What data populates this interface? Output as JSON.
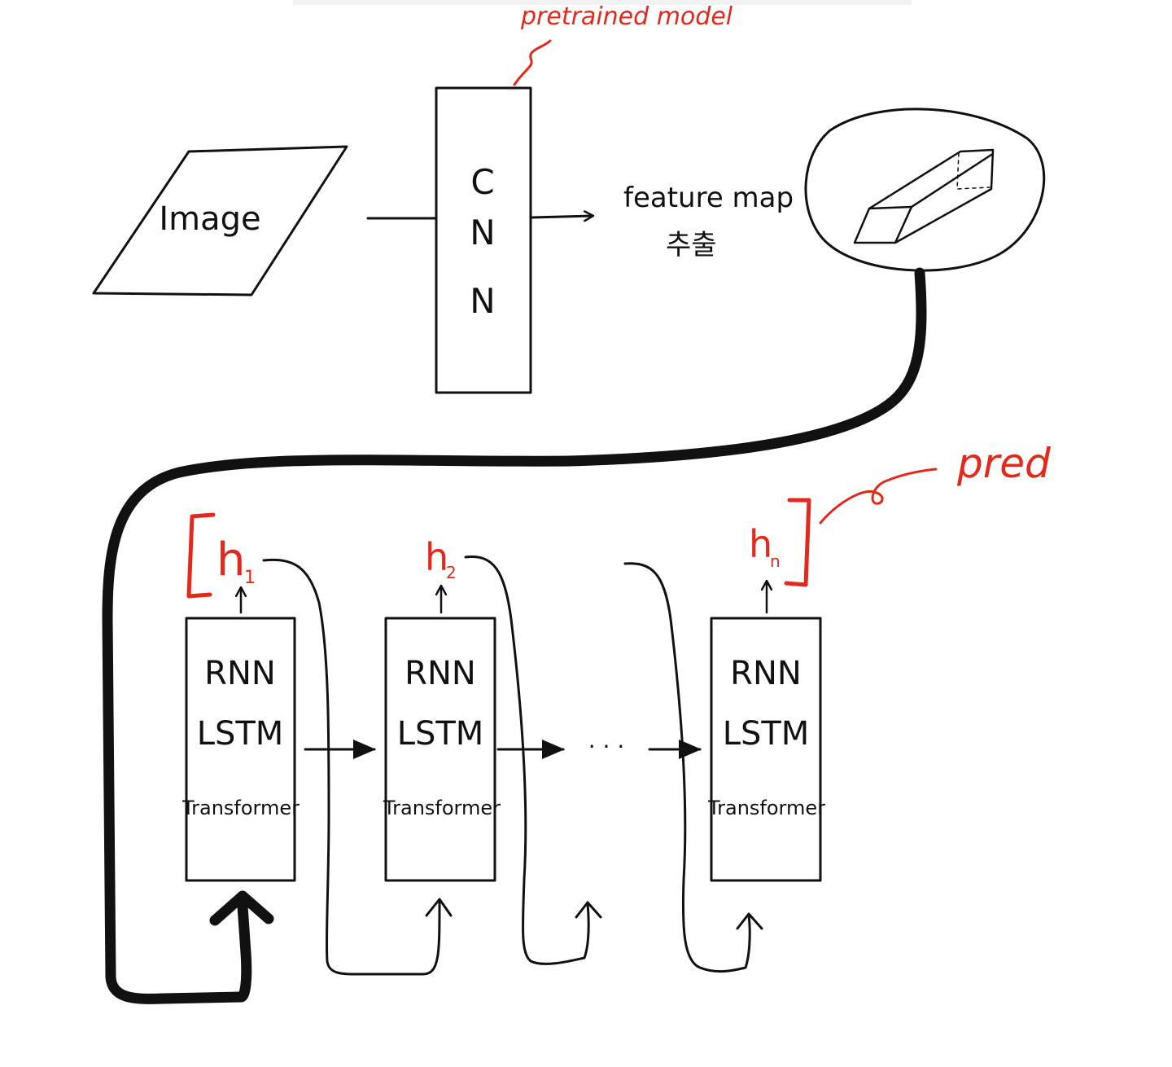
{
  "diagram": {
    "annotation_top": "pretrained model",
    "image_label": "Image",
    "cnn_letters": [
      "C",
      "N",
      "N"
    ],
    "feature_map_label": "feature map",
    "feature_map_sub": "추출",
    "pred_label": "pred",
    "blocks": [
      {
        "line1": "RNN",
        "line2": "LSTM",
        "line3": "Transformer",
        "hidden": "h",
        "sub": "1"
      },
      {
        "line1": "RNN",
        "line2": "LSTM",
        "line3": "Transformer",
        "hidden": "h",
        "sub": "2"
      },
      {
        "line1": "RNN",
        "line2": "LSTM",
        "line3": "Transformer",
        "hidden": "h",
        "sub": "n"
      }
    ],
    "ellipsis": "· · ·",
    "colors": {
      "ink": "#111111",
      "accent": "#e2291b"
    }
  }
}
